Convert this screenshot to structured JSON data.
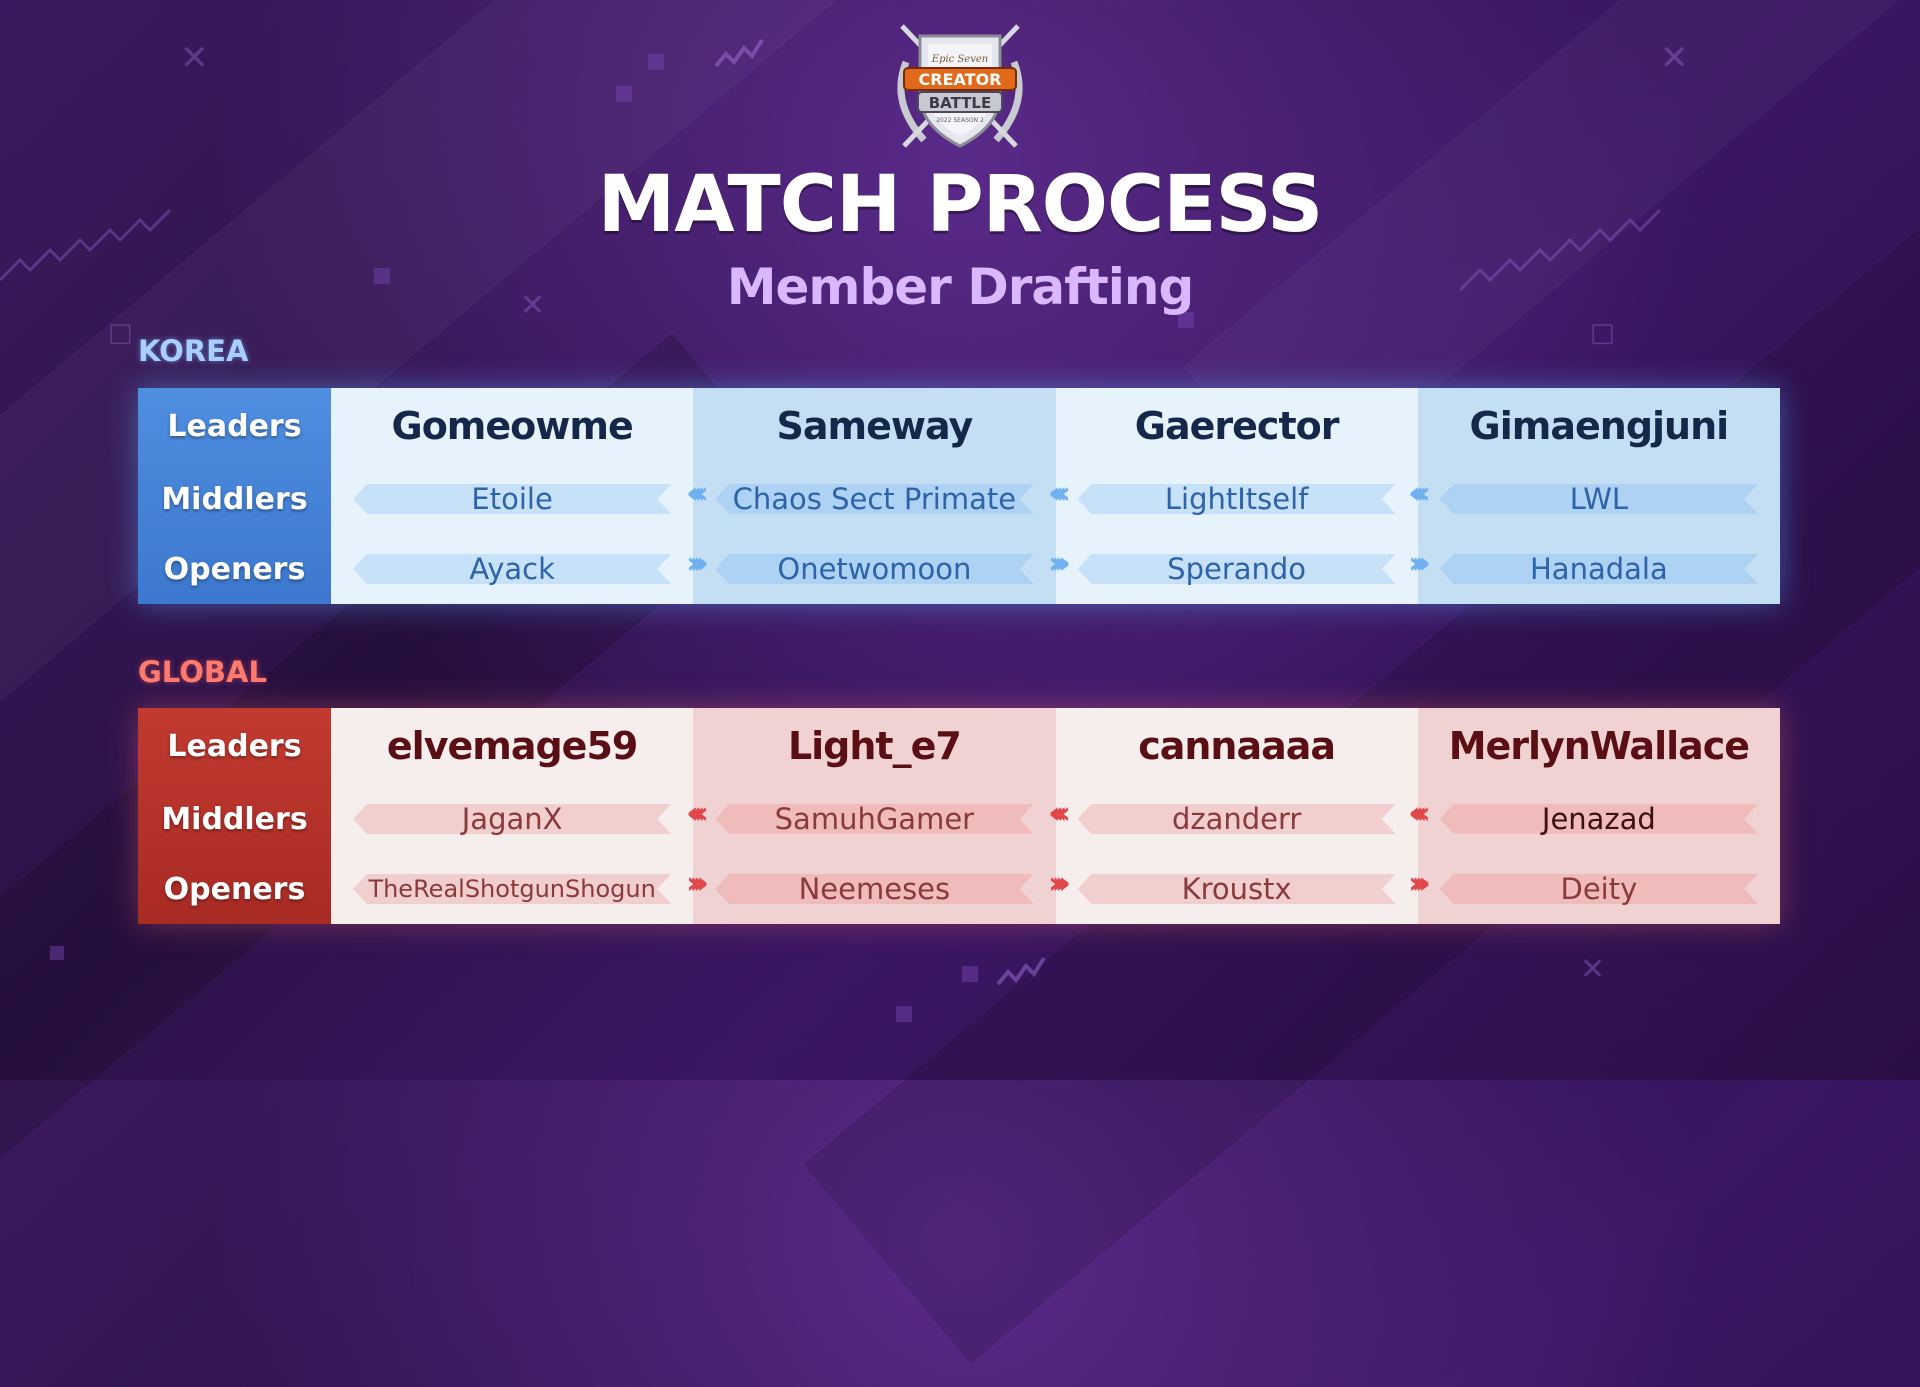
{
  "logo": {
    "top_text": "Epic Seven",
    "main_line1": "CREATOR",
    "main_line2": "BATTLE",
    "season": "2022 SEASON 2"
  },
  "title": "MATCH PROCESS",
  "subtitle": "Member Drafting",
  "role_labels": {
    "leaders": "Leaders",
    "middlers": "Middlers",
    "openers": "Openers"
  },
  "korea": {
    "label": "KOREA",
    "teams": [
      {
        "leader": "Gomeowme",
        "middler": "Etoile",
        "opener": "Ayack"
      },
      {
        "leader": "Sameway",
        "middler": "Chaos Sect Primate",
        "opener": "Onetwomoon"
      },
      {
        "leader": "Gaerector",
        "middler": "LightItself",
        "opener": "Sperando"
      },
      {
        "leader": "Gimaengjuni",
        "middler": "LWL",
        "opener": "Hanadala"
      }
    ]
  },
  "global": {
    "label": "GLOBAL",
    "teams": [
      {
        "leader": "elvemage59",
        "middler": "JaganX",
        "opener": "TheRealShotgunShogun"
      },
      {
        "leader": "Light_e7",
        "middler": "SamuhGamer",
        "opener": "Neemeses"
      },
      {
        "leader": "cannaaaa",
        "middler": "dzanderr",
        "opener": "Kroustx"
      },
      {
        "leader": "MerlynWallace",
        "middler": "Jenazad",
        "opener": "Deity"
      }
    ]
  },
  "arrows": {
    "left": "‹‹‹‹",
    "right": "››››"
  },
  "colors": {
    "korea_accent": "#4f8ee0",
    "global_accent": "#c23a30",
    "title": "#ffffff",
    "subtitle": "#d9b8ff"
  }
}
